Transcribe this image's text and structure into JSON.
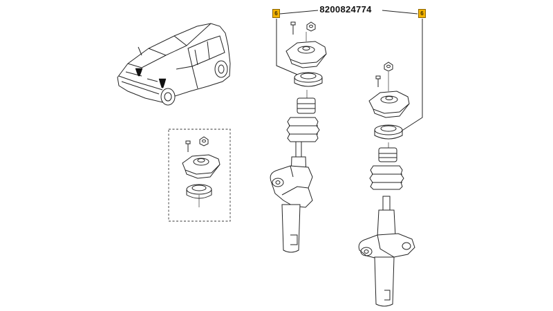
{
  "diagram": {
    "part_number": "8200824774",
    "callouts": [
      {
        "label": "6",
        "color": "#f4b400"
      },
      {
        "label": "6",
        "color": "#f4b400"
      }
    ]
  }
}
